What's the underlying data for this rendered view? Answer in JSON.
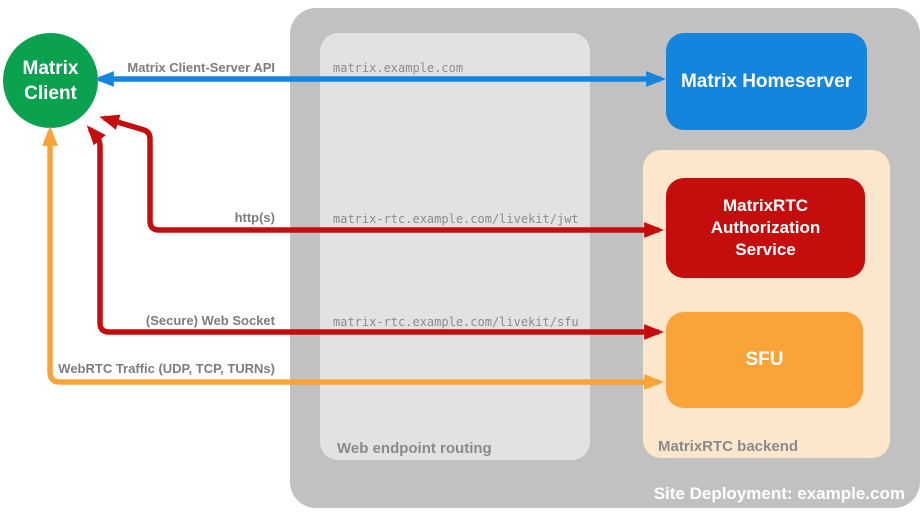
{
  "client": {
    "line1": "Matrix",
    "line2": "Client"
  },
  "homeserver": {
    "label": "Matrix Homeserver"
  },
  "auth_service": {
    "label": "MatrixRTC Authorization Service"
  },
  "sfu": {
    "label": "SFU"
  },
  "rows": [
    {
      "label": "Matrix Client-Server API",
      "url": "matrix.example.com"
    },
    {
      "label": "http(s)",
      "url": "matrix-rtc.example.com/livekit/jwt"
    },
    {
      "label": "(Secure) Web Socket",
      "url": "matrix-rtc.example.com/livekit/sfu"
    },
    {
      "label": "WebRTC Traffic (UDP, TCP, TURNs)",
      "url": ""
    }
  ],
  "sections": {
    "web_routing": "Web endpoint routing",
    "backend": "MatrixRTC backend",
    "site": "Site Deployment: example.com"
  },
  "colors": {
    "client_green": "#0aa24f",
    "homeserver_blue": "#1385dc",
    "auth_red": "#c60d0d",
    "sfu_orange": "#f9a339",
    "backend_peach": "#fce7cc",
    "deploy_gray": "#c1c1c1",
    "routing_gray": "#e2e2e2"
  }
}
